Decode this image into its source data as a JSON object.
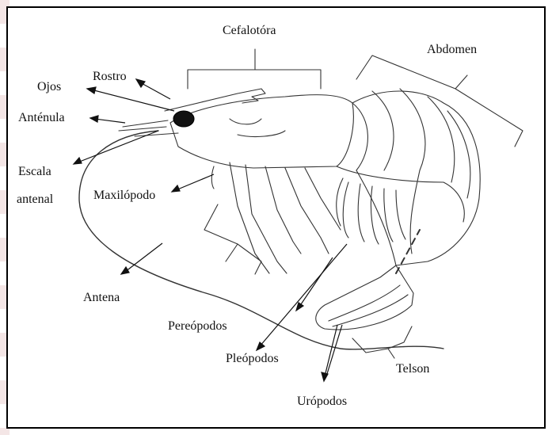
{
  "labels": {
    "cefalotora": "Cefalotóra",
    "abdomen": "Abdomen",
    "rostro": "Rostro",
    "ojos": "Ojos",
    "antenula": "Anténula",
    "escala_line1": "Escala",
    "escala_line2": "antenal",
    "maxilopodo": "Maxilópodo",
    "antena": "Antena",
    "pereopodos": "Pereópodos",
    "pleopodos": "Pleópodos",
    "telson": "Telson",
    "uropodos": "Urópodos"
  }
}
